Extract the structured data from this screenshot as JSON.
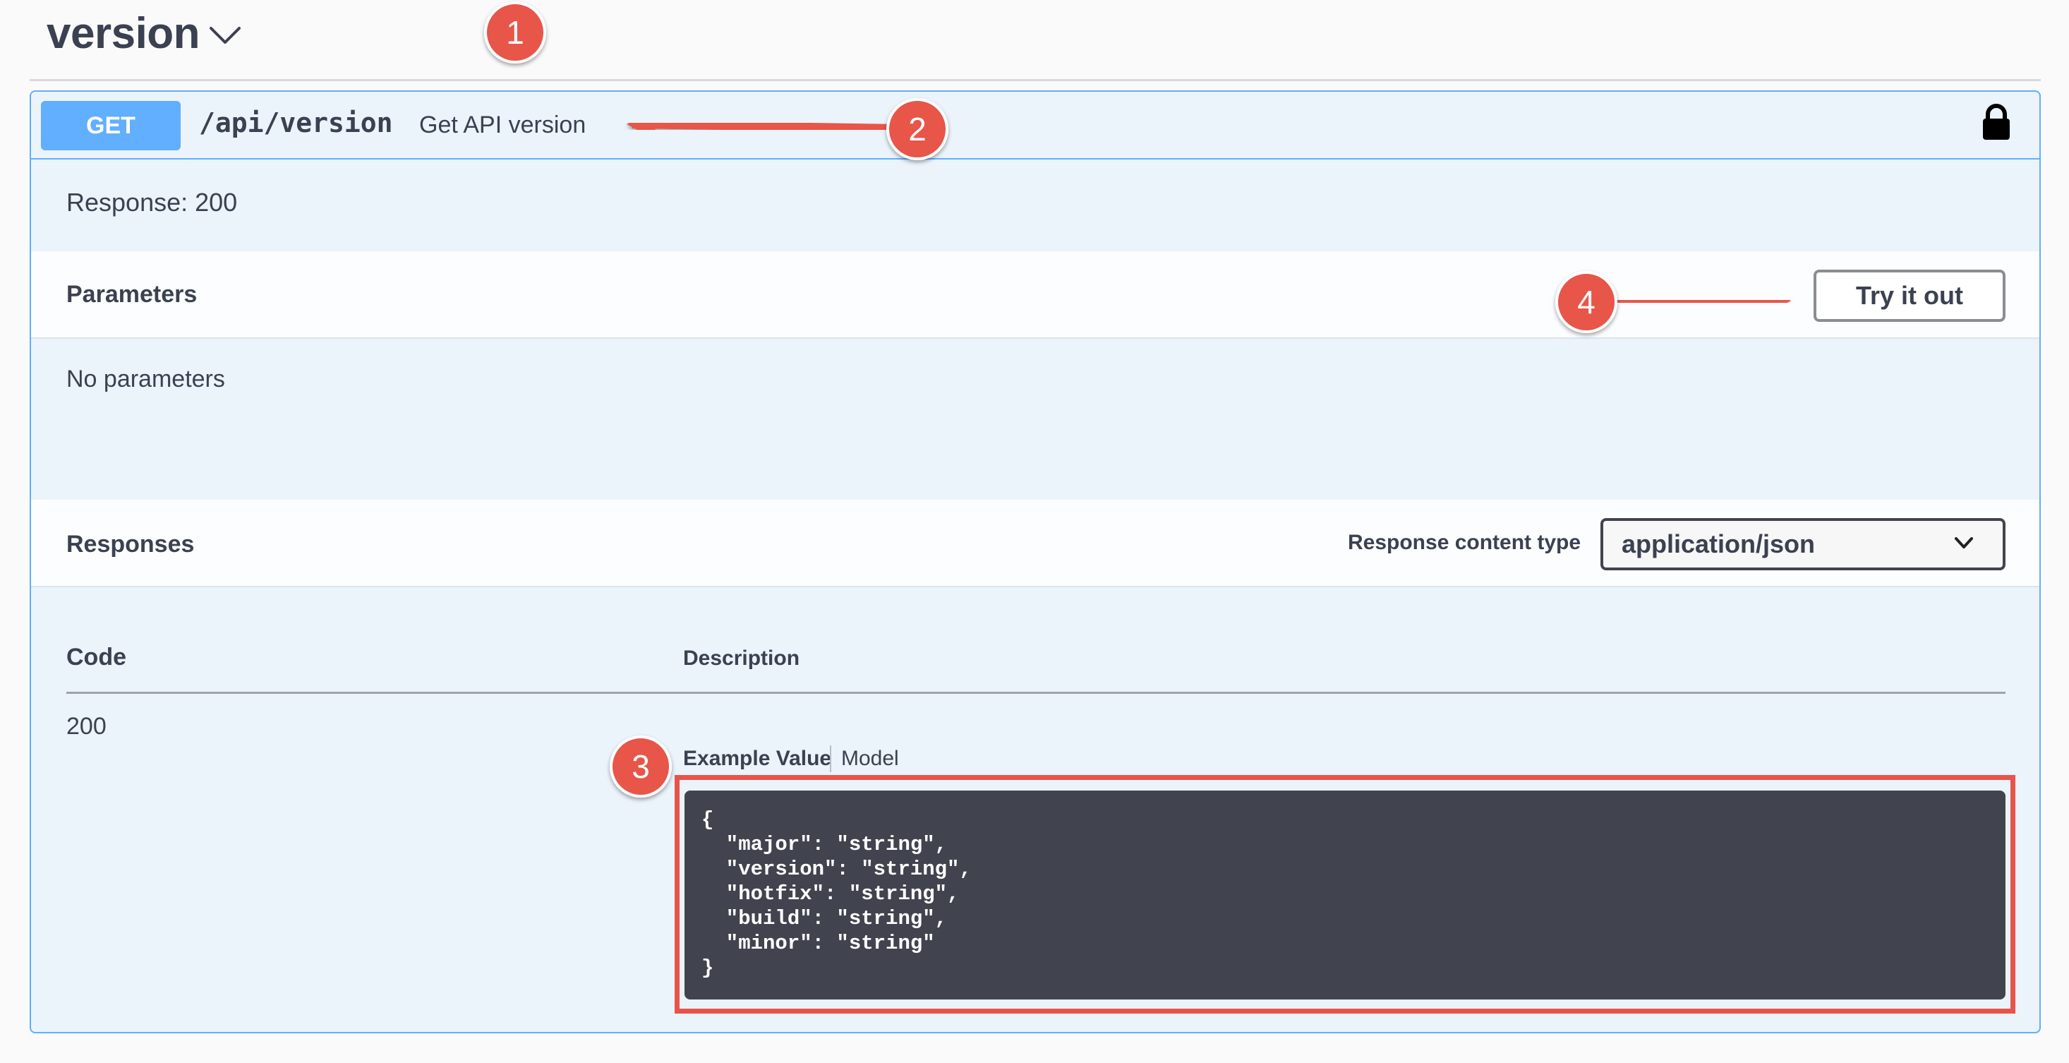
{
  "tag": {
    "title": "version"
  },
  "operation": {
    "method": "GET",
    "path": "/api/version",
    "summary": "Get API version",
    "response_note": "Response: 200"
  },
  "parameters": {
    "heading": "Parameters",
    "try_it_out_label": "Try it out",
    "empty_text": "No parameters"
  },
  "responses": {
    "heading": "Responses",
    "content_type_label": "Response content type",
    "content_type_value": "application/json",
    "columns": {
      "code": "Code",
      "description": "Description"
    },
    "rows": [
      {
        "code": "200",
        "tabs": {
          "example": "Example Value",
          "model": "Model"
        },
        "example": "{\n  \"major\": \"string\",\n  \"version\": \"string\",\n  \"hotfix\": \"string\",\n  \"build\": \"string\",\n  \"minor\": \"string\"\n}"
      }
    ]
  },
  "annotations": [
    {
      "number": "1",
      "target": "tag-title"
    },
    {
      "number": "2",
      "target": "operation-summary"
    },
    {
      "number": "3",
      "target": "example-value-box"
    },
    {
      "number": "4",
      "target": "try-it-out-button"
    }
  ],
  "colors": {
    "get_method": "#61affe",
    "opblock_background": "#ebf3fb",
    "annotation_red": "#e8544a",
    "code_background": "#41444e",
    "text": "#3b4151"
  },
  "icons": [
    "chevron-down-icon",
    "lock-icon",
    "select-chevron-icon"
  ]
}
